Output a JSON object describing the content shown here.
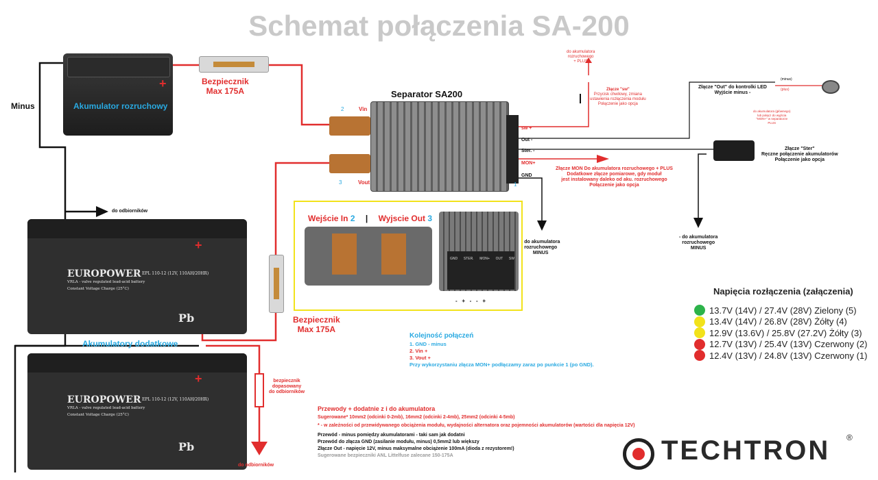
{
  "title": "Schemat połączenia SA-200",
  "labels": {
    "minus": "Minus",
    "starter_battery": "Akumulator rozruchowy",
    "fuse_top": [
      "Bezpiecznik",
      "Max 175A"
    ],
    "fuse_mid": [
      "Bezpiecznik",
      "Max 175A"
    ],
    "separator": "Separator SA200",
    "vin": "Vin",
    "vout": "Vout",
    "num_2": "2",
    "num_3": "3",
    "num_1": "1",
    "do_odbiornikow_top": "do odbiorników",
    "do_odbiornikow_bottom": "do odbiorników",
    "aux_batteries": "Akumulatory dodatkowe",
    "fuse_small": [
      "bezpiecznik",
      "dopasowany",
      "do odbiorników"
    ],
    "sw_top": [
      "do akumulatora",
      "rozruchowego",
      "+ PLUS"
    ],
    "sw_switch": [
      "Złącze \"sw\"",
      "Przycisk chwilowy, zmiana",
      "ustawienia rozłączenia modułu",
      "Połączenie jako opcja"
    ],
    "out_led": [
      "Złącze \"Out\" do kontrolki LED",
      "Wyjście minus -"
    ],
    "led_note_red": [
      "do akumulatora (głównego)",
      "lub połącz do wyjścia",
      "\"MON+\" w separatorze",
      "PLUS"
    ],
    "led_wire1": "(minus)",
    "led_wire2": "(plus)",
    "ster": [
      "Złącze \"Ster\"",
      "Ręczne połączenie akumulatorów",
      "Połączenie jako opcja"
    ],
    "mon": [
      "Złącze MON  Do akumulatora rozruchowego + PLUS",
      "Dodatkowe złącze pomiarowe, gdy moduł",
      "jest instalowany daleko od aku. rozruchowego",
      "Połączenie jako opcja"
    ],
    "minus_right": [
      "- do akumulatora",
      "rozruchowego",
      "MINUS"
    ],
    "minus_center": [
      "- do akumulatora",
      "rozruchowego",
      "MINUS"
    ],
    "terminals": [
      "sw +",
      "Out -",
      "Ster. -",
      "MON+",
      "GND"
    ],
    "inset_in": "Wejście In",
    "inset_in_num": "2",
    "inset_sep": "|",
    "inset_out": "Wyjscie Out",
    "inset_out_num": "3",
    "inset_terms": [
      "GND",
      "STER.",
      "MON+",
      "OUT",
      "SW"
    ],
    "inset_signs": "-   +   -   -   +",
    "battery_brand": "EUROPOWER",
    "battery_model": "EPL 110-12 (12V, 110AH/20HR)",
    "battery_sub": "VRLA - valve regulated lead-acid battery",
    "battery_charge": "Constant Voltage Charge (25°C)",
    "battery_pb": "Pb"
  },
  "voltages": {
    "title": "Napięcia rozłączenia (załączenia)",
    "rows": [
      {
        "text": "13.7V (14V) / 27.4V (28V) Zielony (5)",
        "color": "#2db34a"
      },
      {
        "text": "13.4V (14V) / 26.8V (28V) Żółty (4)",
        "color": "#f2e21a"
      },
      {
        "text": "12.9V (13.6V) / 25.8V (27.2V) Żółty (3)",
        "color": "#f2e21a"
      },
      {
        "text": "12.7V (13V) / 25.4V (13V) Czerwony (2)",
        "color": "#e12d2d"
      },
      {
        "text": "12.4V (13V) / 24.8V (13V) Czerwony (1)",
        "color": "#e12d2d"
      }
    ]
  },
  "order": {
    "title": "Kolejność połączeń",
    "items": [
      "1. GND - minus",
      "2. Vin +",
      "3. Vout +"
    ],
    "note": "Przy wykorzystaniu złącza MON+ podłączamy zaraz po punkcie 1 (po GND)."
  },
  "notes": {
    "wires_title": "Przewody + dodatnie z i do akumulatora",
    "suggested": "Sugerowane* 10mm2 (odcinki 0-2mb), 16mm2 (odcinki 2-4mb), 25mm2 (odcinki 4-5mb)",
    "asterisk": "* - w zależności od przewidywanego obciążenia modułu, wydajności alternatora oraz pojemności akumulatorów (wartości dla napięcia 12V)",
    "line1": "Przewód - minus pomiędzy akumulatorami - taki sam jak dodatni",
    "line2": "Przewód do złącza GND (zasilanie modułu, minus) 0,5mm2 lub większy",
    "line3": "Złącze Out - napięcie 12V, minus maksymalne obciążenie 100mA (dioda z rezystorem!)",
    "line4": "Sugerowane bezpieczniki ANL Littelfuse zalecane 150-175A"
  },
  "logo": {
    "text": "TECHTRON",
    "reg": "®"
  },
  "colors": {
    "wire_red": "#e12d2d",
    "accent_blue": "#29a9e1",
    "title_gray": "#c9c9c9"
  }
}
